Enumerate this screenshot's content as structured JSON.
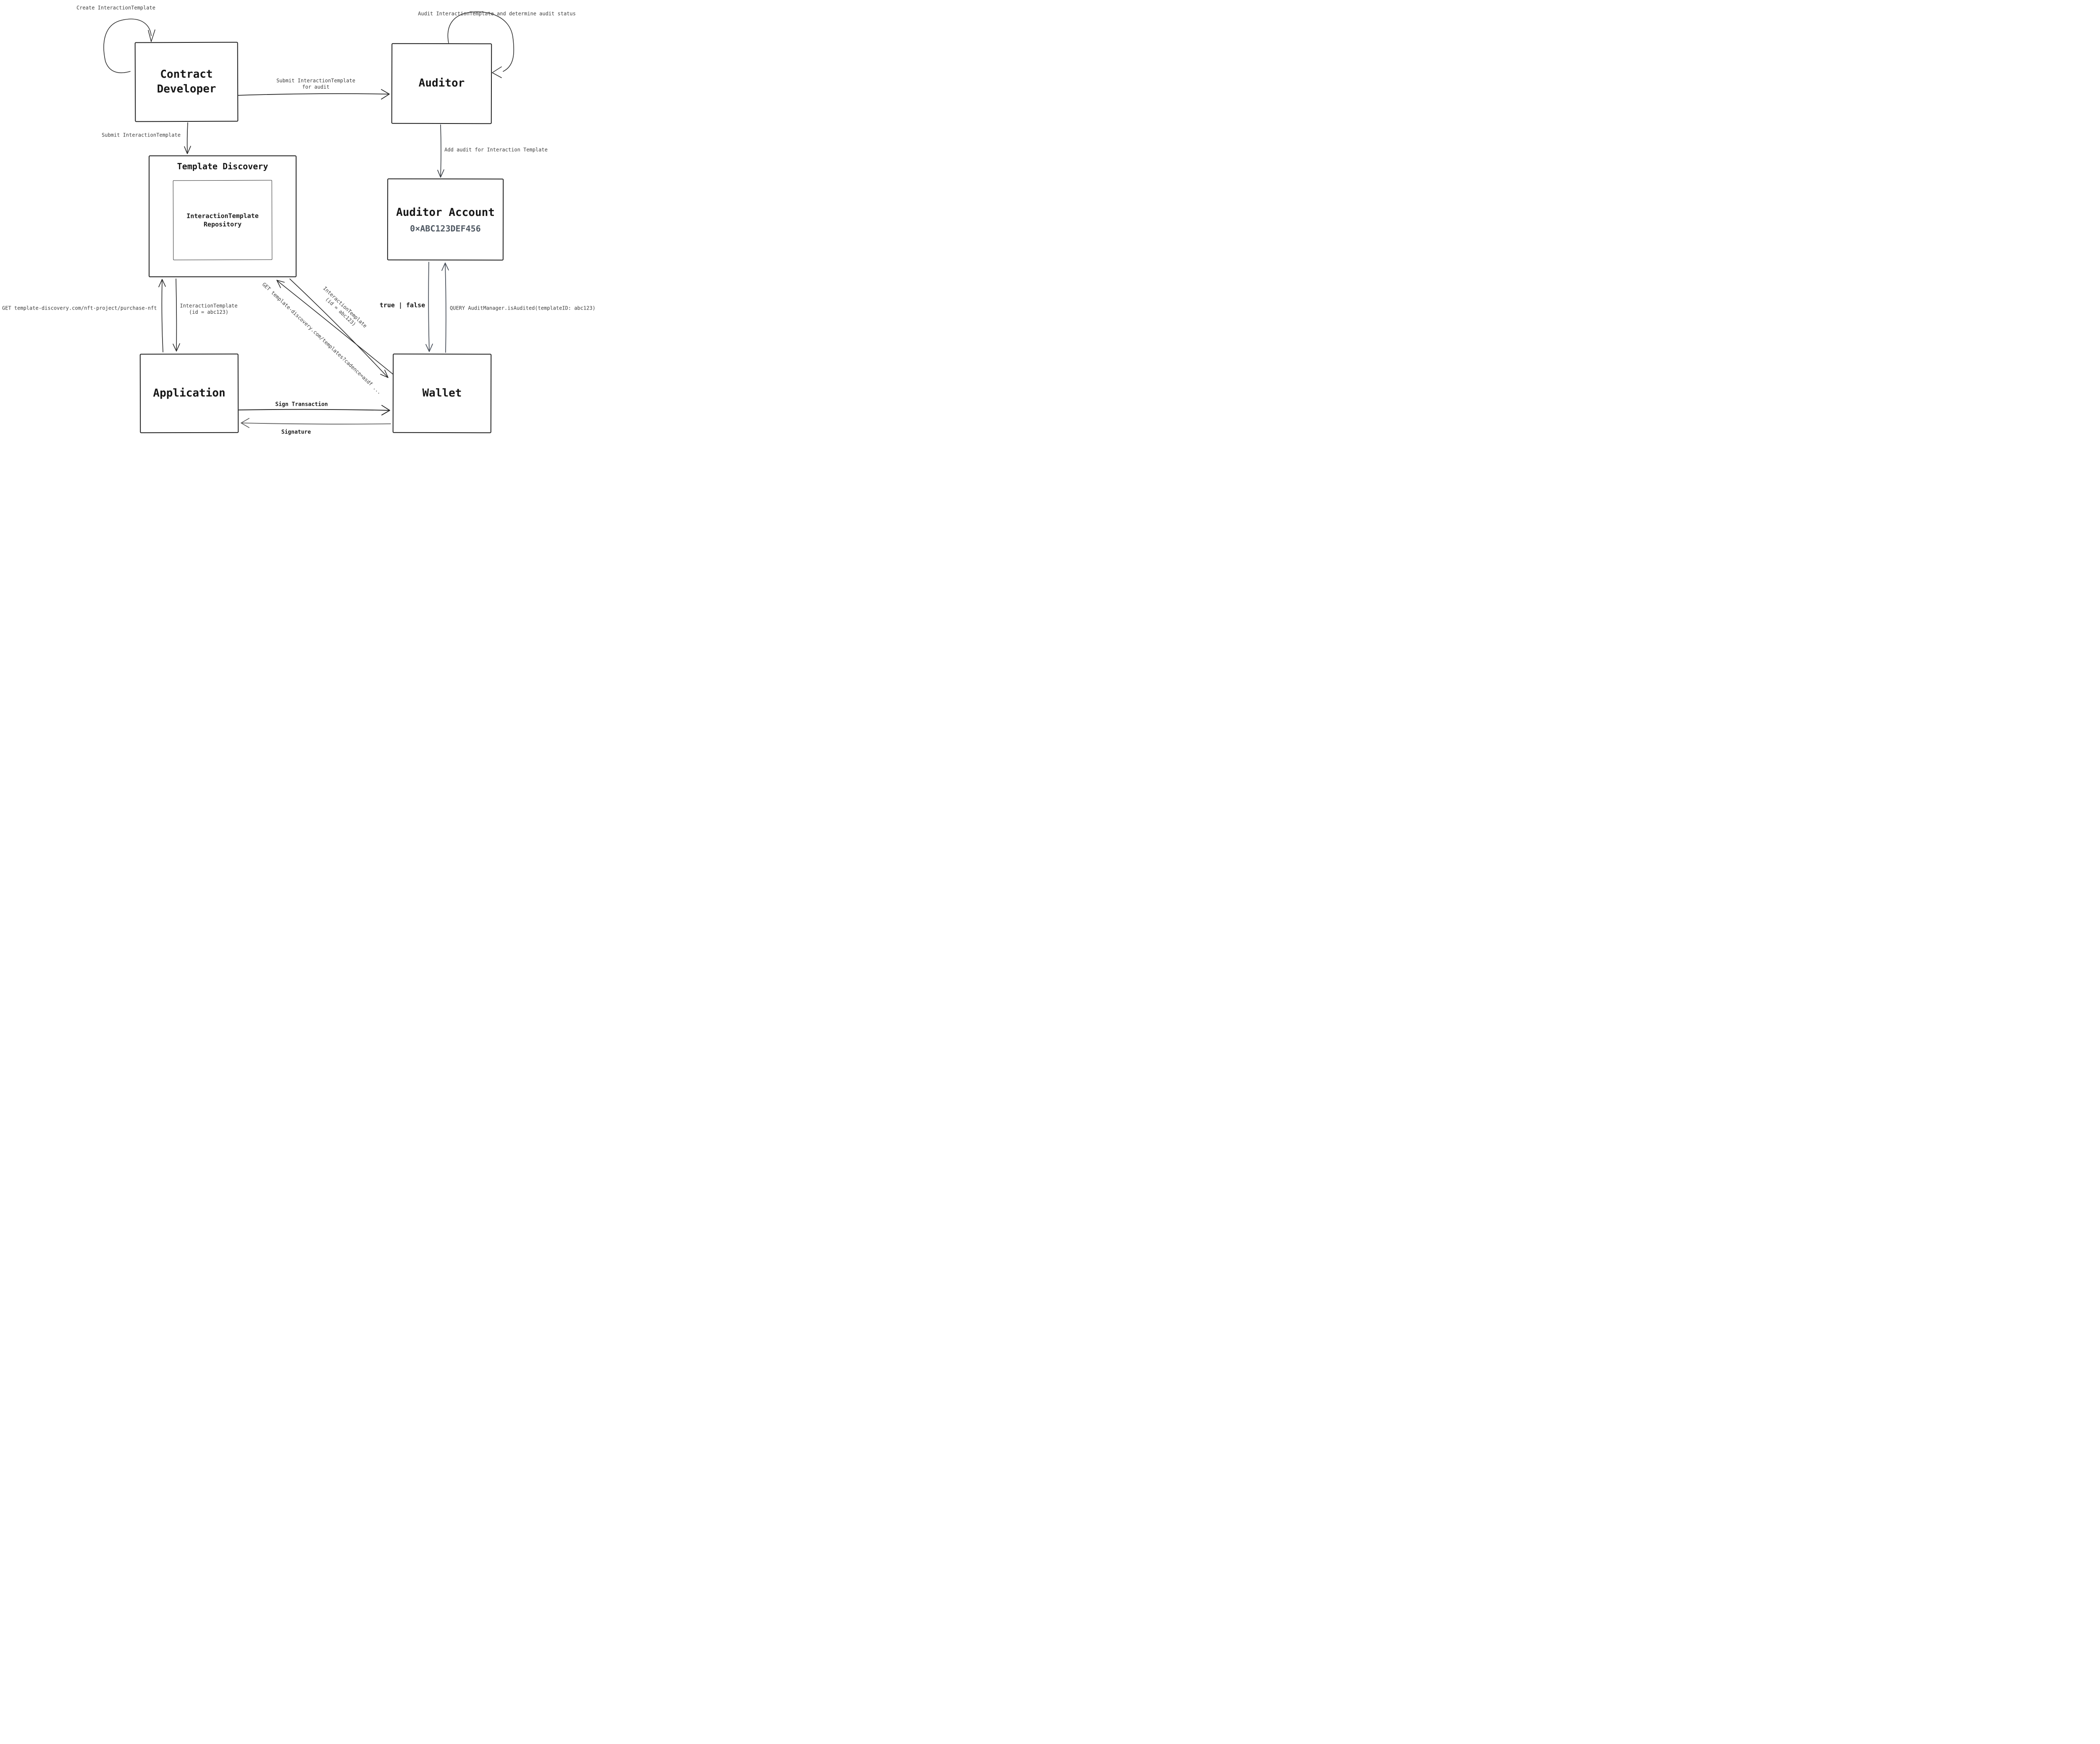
{
  "colors": {
    "ink": "#1e1e1e",
    "arrow_black": "#2e2e2e",
    "slate_arrow": "#4b525c",
    "gray_arrow": "#5f5f5f",
    "label_text": "#3d3d3d",
    "address_text": "#4f5862",
    "background": "#ffffff"
  },
  "nodes": {
    "contract_developer": {
      "line1": "Contract",
      "line2": "Developer"
    },
    "auditor": {
      "title": "Auditor"
    },
    "template_discovery": {
      "title": "Template Discovery"
    },
    "repository": {
      "line1": "InteractionTemplate",
      "line2": "Repository"
    },
    "auditor_account": {
      "title": "Auditor Account",
      "address": "0×ABC123DEF456"
    },
    "application": {
      "title": "Application"
    },
    "wallet": {
      "title": "Wallet"
    }
  },
  "labels": {
    "create_template": "Create InteractionTemplate",
    "audit_loop": "Audit InteractionTemplate and determine audit status",
    "submit_for_audit": {
      "line1": "Submit InteractionTemplate",
      "line2": "for audit"
    },
    "submit_template": "Submit InteractionTemplate",
    "add_audit": "Add audit for Interaction Template",
    "get_purchase_nft": "GET template-discovery.com/nft-project/purchase-nft",
    "interaction_template_id": {
      "line1": "InteractionTemplate",
      "line2": "(id = abc123)"
    },
    "true_false": "true | false",
    "query_is_audited": "QUERY AuditManager.isAudited(templateID: abc123)",
    "get_templates_diag": "GET template-discovery.com/templates?cadence=asdf ...",
    "interaction_template_diag": {
      "line1": "InteractionTemplate",
      "line2": "(id = abc123)"
    },
    "sign_transaction": "Sign Transaction",
    "signature": "Signature"
  }
}
